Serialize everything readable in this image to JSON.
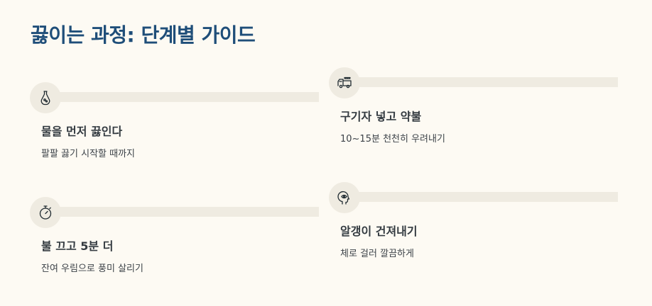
{
  "page": {
    "title": "끓이는 과정: 단계별 가이드"
  },
  "steps": [
    {
      "icon": "flask-icon",
      "title": "물을 먼저 끓인다",
      "desc": "팔팔 끓기 시작할 때까지"
    },
    {
      "icon": "fire-truck-icon",
      "title": "구기자 넣고 약불",
      "desc": "10~15분 천천히 우려내기"
    },
    {
      "icon": "stopwatch-icon",
      "title": "불 끄고 5분 더",
      "desc": "잔여 우림으로 풍미 살리기"
    },
    {
      "icon": "head-eye-icon",
      "title": "알갱이 건져내기",
      "desc": "체로 걸러 깔끔하게"
    }
  ]
}
